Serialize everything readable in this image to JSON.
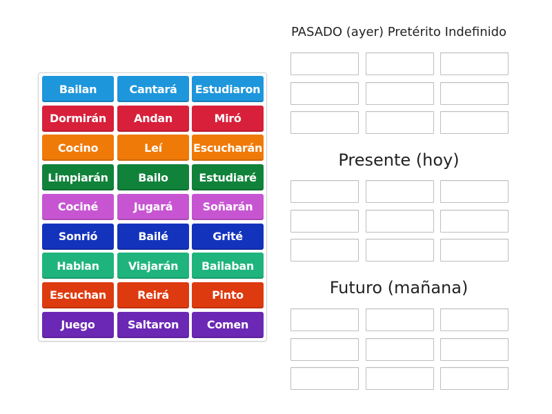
{
  "tiles": [
    {
      "label": "Bailan",
      "color": "#1e96dc"
    },
    {
      "label": "Cantará",
      "color": "#1e96dc"
    },
    {
      "label": "Estudiaron",
      "color": "#1e96dc"
    },
    {
      "label": "Dormirán",
      "color": "#d8203a"
    },
    {
      "label": "Andan",
      "color": "#d8203a"
    },
    {
      "label": "Miró",
      "color": "#d8203a"
    },
    {
      "label": "Cocino",
      "color": "#f07a08"
    },
    {
      "label": "Leí",
      "color": "#f07a08"
    },
    {
      "label": "Escucharán",
      "color": "#f07a08"
    },
    {
      "label": "Limpiarán",
      "color": "#11823a"
    },
    {
      "label": "Bailo",
      "color": "#11823a"
    },
    {
      "label": "Estudiaré",
      "color": "#11823a"
    },
    {
      "label": "Cociné",
      "color": "#c755d2"
    },
    {
      "label": "Jugará",
      "color": "#c755d2"
    },
    {
      "label": "Soñarán",
      "color": "#c755d2"
    },
    {
      "label": "Sonrió",
      "color": "#1433bd"
    },
    {
      "label": "Bailé",
      "color": "#1433bd"
    },
    {
      "label": "Grité",
      "color": "#1433bd"
    },
    {
      "label": "Hablan",
      "color": "#1fb47e"
    },
    {
      "label": "Viajarán",
      "color": "#1fb47e"
    },
    {
      "label": "Bailaban",
      "color": "#1fb47e"
    },
    {
      "label": "Escuchan",
      "color": "#de3a10"
    },
    {
      "label": "Reirá",
      "color": "#de3a10"
    },
    {
      "label": "Pinto",
      "color": "#de3a10"
    },
    {
      "label": "Juego",
      "color": "#6b28b4"
    },
    {
      "label": "Saltaron",
      "color": "#6b28b4"
    },
    {
      "label": "Comen",
      "color": "#6b28b4"
    }
  ],
  "zones": [
    {
      "title": "PASADO (ayer) Pretérito Indefinido",
      "slots": 9
    },
    {
      "title": "Presente (hoy)",
      "slots": 9
    },
    {
      "title": "Futuro (mañana)",
      "slots": 9
    }
  ]
}
